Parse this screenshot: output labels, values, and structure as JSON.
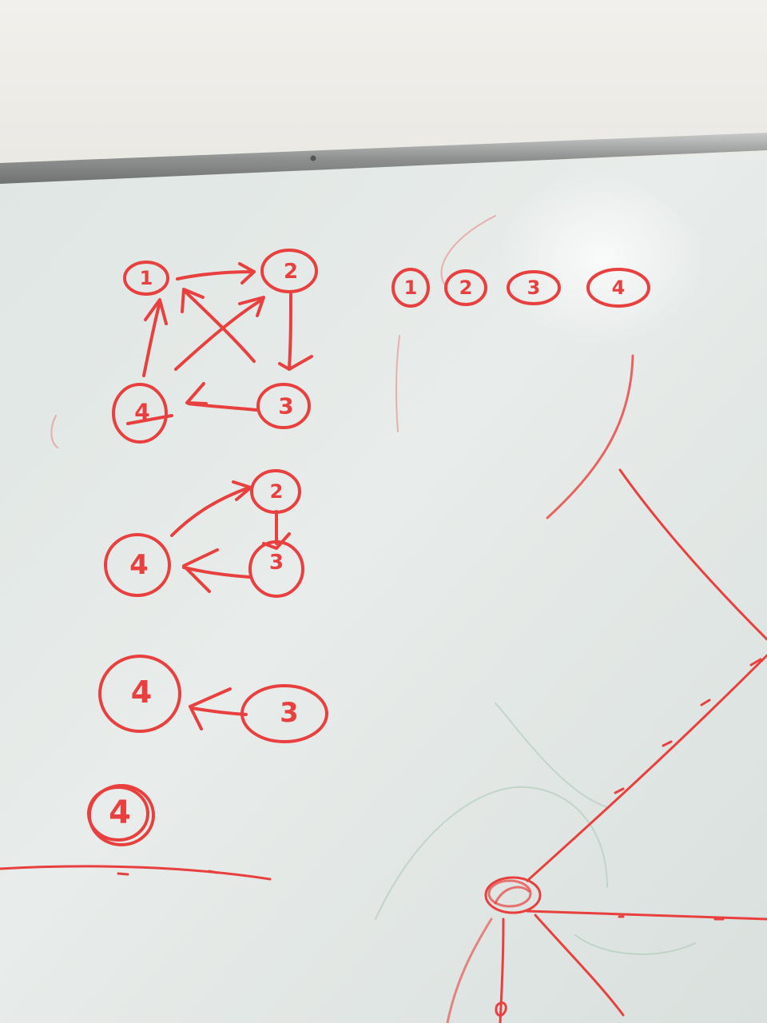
{
  "colors": {
    "ink": "#e8403f",
    "ink_dark": "#d5302f",
    "board": "#e4e9e6",
    "wall": "#efeeea",
    "rail": "#9a9c9b",
    "ghost": "#a8c7b4"
  },
  "graph_1": {
    "nodes": [
      "1",
      "2",
      "3",
      "4"
    ]
  },
  "graph_2": {
    "nodes": [
      "2",
      "3",
      "4"
    ]
  },
  "graph_3": {
    "nodes": [
      "4",
      "3"
    ]
  },
  "graph_4": {
    "nodes": [
      "4"
    ]
  },
  "order_row": {
    "nodes": [
      "1",
      "2",
      "3",
      "4"
    ]
  }
}
